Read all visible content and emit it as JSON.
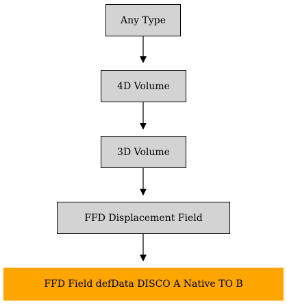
{
  "nodes": [
    {
      "id": "any-type",
      "label": "Any Type",
      "fill": "#d3d3d3"
    },
    {
      "id": "4d-volume",
      "label": "4D Volume",
      "fill": "#d3d3d3"
    },
    {
      "id": "3d-volume",
      "label": "3D Volume",
      "fill": "#d3d3d3"
    },
    {
      "id": "ffd-displacement-field",
      "label": "FFD Displacement Field",
      "fill": "#d3d3d3"
    },
    {
      "id": "ffd-field-defdata",
      "label": "FFD Field defData DISCO A Native TO B",
      "fill": "#ffa500"
    }
  ],
  "edges": [
    {
      "from": "any-type",
      "to": "4d-volume"
    },
    {
      "from": "4d-volume",
      "to": "3d-volume"
    },
    {
      "from": "3d-volume",
      "to": "ffd-displacement-field"
    },
    {
      "from": "ffd-displacement-field",
      "to": "ffd-field-defdata"
    }
  ],
  "colors": {
    "node_fill": "#d3d3d3",
    "highlight_fill": "#ffa500",
    "edge": "#000000"
  }
}
